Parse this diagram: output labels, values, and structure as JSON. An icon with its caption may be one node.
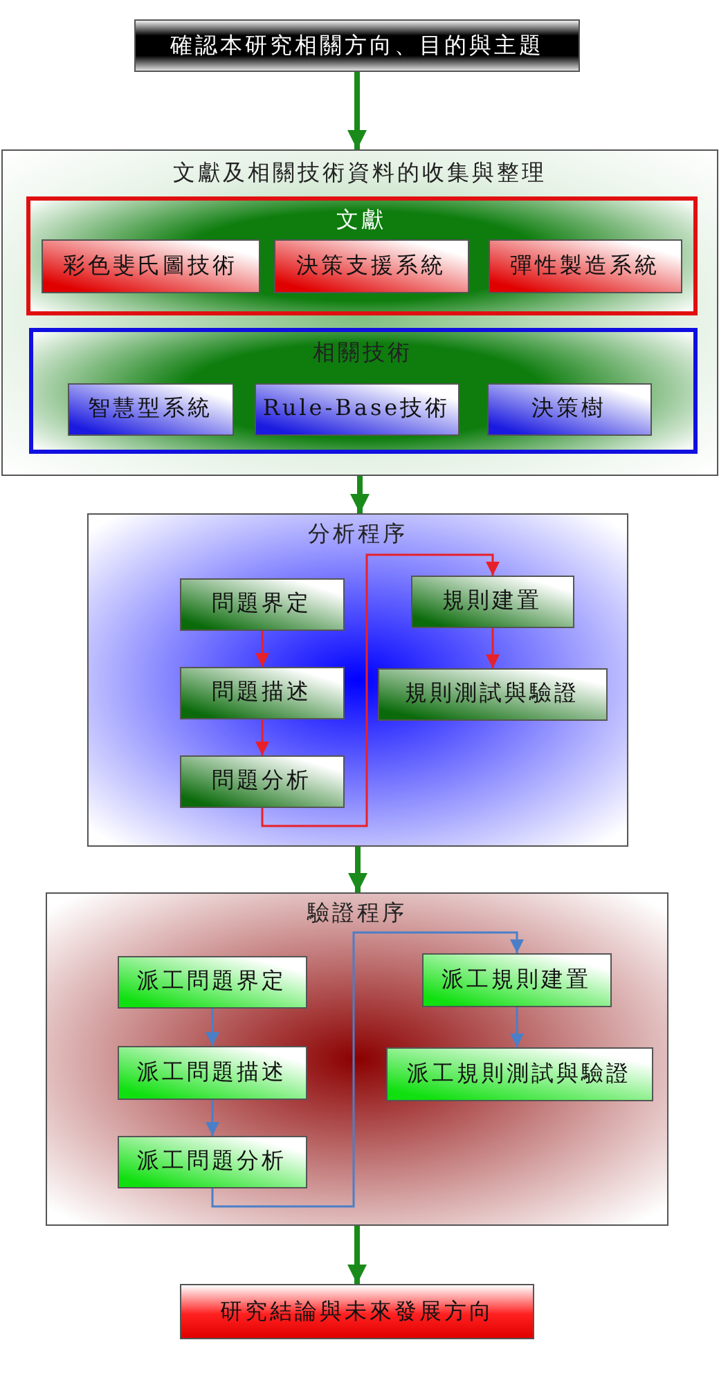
{
  "diagram": {
    "nodes": [
      {
        "text": [
          "確認本研究相關方向、目的與主題"
        ]
      },
      {
        "text": [
          "文獻及相關技術資料的收集與整理"
        ]
      },
      {
        "text": [
          "文獻"
        ],
        "in": 1
      },
      {
        "text": [
          "彩色斐氏圖技術"
        ],
        "in": 2
      },
      {
        "text": [
          "決策支援系統"
        ],
        "in": 2
      },
      {
        "text": [
          "彈性製造系統"
        ],
        "in": 2
      },
      {
        "text": [
          "相關技術"
        ],
        "in": 1
      },
      {
        "text": [
          "智慧型系統"
        ],
        "in": 6
      },
      {
        "text": [
          "Rule-Base技術"
        ],
        "in": 6
      },
      {
        "text": [
          "決策樹"
        ],
        "in": 6
      },
      {
        "text": [
          "分析程序"
        ]
      },
      {
        "text": [
          "問題界定"
        ],
        "in": 10
      },
      {
        "text": [
          "問題描述"
        ],
        "in": 10
      },
      {
        "text": [
          "問題分析"
        ],
        "in": 10
      },
      {
        "text": [
          "規則建置"
        ],
        "in": 10
      },
      {
        "text": [
          "規則測試與驗證"
        ],
        "in": 10
      },
      {
        "text": [
          "驗證程序"
        ]
      },
      {
        "text": [
          "派工問題界定"
        ],
        "in": 16
      },
      {
        "text": [
          "派工問題描述"
        ],
        "in": 16
      },
      {
        "text": [
          "派工問題分析"
        ],
        "in": 16
      },
      {
        "text": [
          "派工規則建置"
        ],
        "in": 16
      },
      {
        "text": [
          "派工規則測試與驗證"
        ],
        "in": 16
      },
      {
        "text": [
          "研究結論與未來發展方向"
        ]
      }
    ],
    "edges": [
      {
        "from": 0,
        "to": 1,
        "arrow": "to",
        "style": "thick",
        "color": "#1a8a1a"
      },
      {
        "from": 1,
        "to": 10,
        "arrow": "to",
        "style": "thick",
        "color": "#1a8a1a"
      },
      {
        "from": 10,
        "to": 16,
        "arrow": "to",
        "style": "thick",
        "color": "#1a8a1a"
      },
      {
        "from": 16,
        "to": 22,
        "arrow": "to",
        "style": "thick",
        "color": "#1a8a1a"
      },
      {
        "from": 11,
        "to": 12,
        "arrow": "to",
        "color": "#e8202a"
      },
      {
        "from": 12,
        "to": 13,
        "arrow": "to",
        "color": "#e8202a"
      },
      {
        "from": 13,
        "to": 14,
        "arrow": "to",
        "color": "#e8202a"
      },
      {
        "from": 14,
        "to": 15,
        "arrow": "to",
        "color": "#e8202a"
      },
      {
        "from": 17,
        "to": 18,
        "arrow": "to",
        "color": "#4a7fc8"
      },
      {
        "from": 18,
        "to": 19,
        "arrow": "to",
        "color": "#4a7fc8"
      },
      {
        "from": 19,
        "to": 20,
        "arrow": "to",
        "color": "#4a7fc8"
      },
      {
        "from": 20,
        "to": 21,
        "arrow": "to",
        "color": "#4a7fc8"
      }
    ]
  }
}
